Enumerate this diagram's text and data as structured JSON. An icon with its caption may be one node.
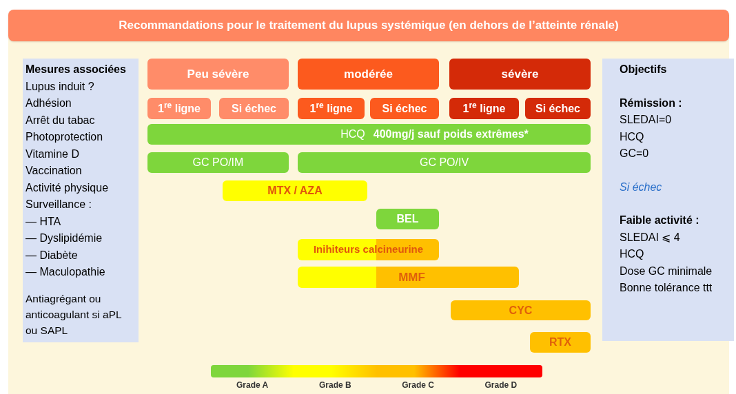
{
  "diagram": {
    "nodes": [
      {
        "text": [
          "Recommandations pour le traitement du lupus systémique (en dehors de l’atteinte rénale)"
        ]
      },
      {
        "text": [
          "Mesures associées",
          "Lupus induit ?",
          "Adhésion",
          "Arrêt du tabac",
          "Photoprotection",
          "Vitamine D",
          "Vaccination",
          "Activité physique",
          "Surveillance :",
          "— HTA",
          "— Dyslipidémie",
          "— Diabète",
          "— Maculopathie",
          "Antiagrégant ou anticoagulant si aPL ou SAPL"
        ]
      },
      {
        "text": [
          "Peu sévère"
        ]
      },
      {
        "text": [
          "modérée"
        ]
      },
      {
        "text": [
          "sévère"
        ]
      },
      {
        "text": [
          "1$^{re}$ ligne"
        ]
      },
      {
        "text": [
          "Si échec"
        ]
      },
      {
        "text": [
          "1$^{re}$ ligne"
        ]
      },
      {
        "text": [
          "Si échec"
        ]
      },
      {
        "text": [
          "1$^{re}$ ligne"
        ]
      },
      {
        "text": [
          "Si échec"
        ]
      },
      {
        "text": [
          "HCQ",
          "400mg/j sauf poids extrêmes*"
        ]
      },
      {
        "text": [
          "GC PO/IM"
        ]
      },
      {
        "text": [
          "GC PO/IV"
        ]
      },
      {
        "text": [
          "MTX / AZA"
        ]
      },
      {
        "text": [
          "BEL"
        ]
      },
      {
        "text": [
          "Inihiteurs calcineurine"
        ]
      },
      {
        "text": [
          "MMF"
        ]
      },
      {
        "text": [
          "CYC"
        ]
      },
      {
        "text": [
          "RTX"
        ]
      },
      {
        "text": [
          "Objectifs",
          "Rémission :",
          "SLEDAI=0",
          "HCQ",
          "GC=0",
          "Si échec",
          "Faible activité :",
          "SLEDAI ⩽ 4",
          "HCQ",
          "Dose GC minimale",
          "Bonne tolérance ttt"
        ]
      }
    ],
    "edges": [],
    "legend": [
      {
        "text": "Grade A",
        "color": "#7ed63c"
      },
      {
        "text": "Grade B",
        "color": "#ffff00"
      },
      {
        "text": "Grade C",
        "color": "#ffc000"
      },
      {
        "text": "Grade D",
        "color": "#ff0000"
      }
    ]
  }
}
